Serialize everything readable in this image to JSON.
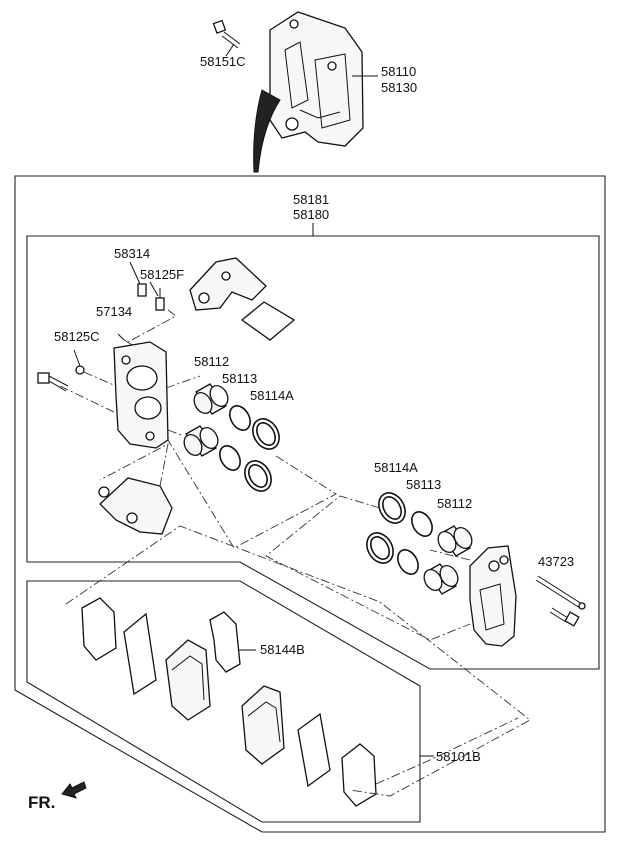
{
  "labels": {
    "bolt_top": "58151C",
    "caliper_a": "58110",
    "caliper_b": "58130",
    "kit_a": "58181",
    "kit_b": "58180",
    "bleeder_cap": "58314",
    "bleeder_screw": "58125F",
    "pin": "57134",
    "screw_c": "58125C",
    "piston_left": "58112",
    "seal_left": "58113",
    "boot_left": "58114A",
    "boot_right": "58114A",
    "seal_right": "58113",
    "piston_right": "58112",
    "pin_long": "43723",
    "clip": "58144B",
    "pad_kit": "58101B",
    "fr": "FR."
  }
}
